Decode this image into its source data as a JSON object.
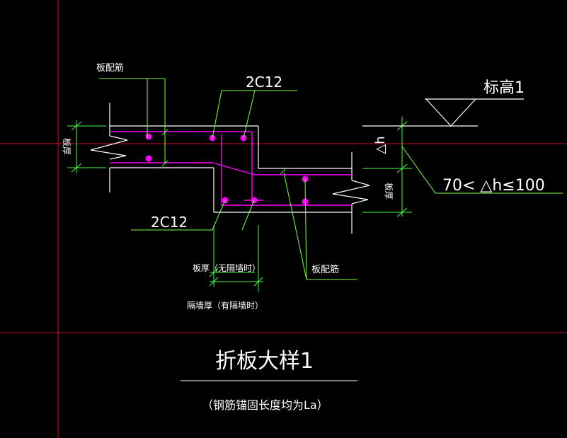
{
  "colors": {
    "background": "#000000",
    "crosshair": "#d0102a",
    "outline": "#ffffff",
    "slab": "#ff00ff",
    "leader": "#80ff40",
    "dimension": "#40ff40",
    "text": "#ffffff"
  },
  "labels": {
    "slab_rebar_top": "板配筋",
    "bars_top": "2C12",
    "bars_bottom": "2C12",
    "slab_thickness": "板厚",
    "slab_thickness_no_wall": "板厚（无隔墙时）",
    "wall_thickness": "隔墙厚（有隔墙时）",
    "slab_rebar_right": "板配筋",
    "elevation": "标高1",
    "delta_h": "△h",
    "condition": "70< △h≤100",
    "title": "折板大样1",
    "note": "（钢筋锚固长度均为La）"
  }
}
